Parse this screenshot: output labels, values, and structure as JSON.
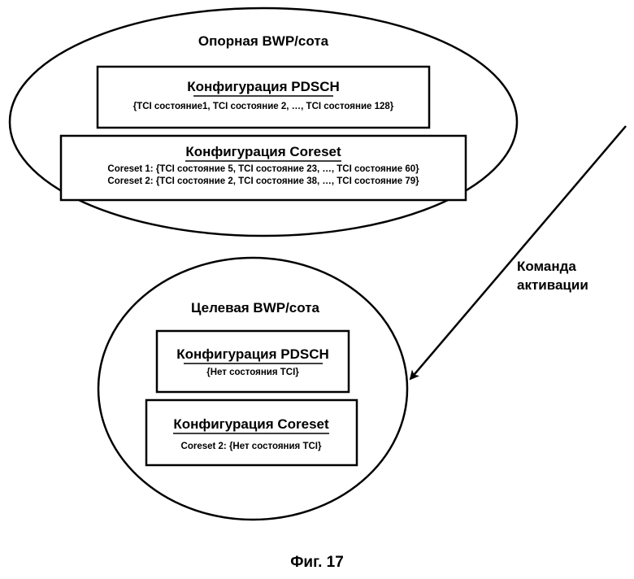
{
  "source": {
    "title": "Опорная BWP/сота",
    "pdsch": {
      "title": "Конфигурация PDSCH",
      "line": "{TCI состояние1, TCI состояние 2, …, TCI состояние 128}"
    },
    "coreset": {
      "title": "Конфигурация Coreset",
      "lines": [
        "Coreset 1: {TCI состояние 5, TCI состояние 23, …, TCI состояние 60}",
        "Coreset 2: {TCI состояние 2, TCI состояние 38, …, TCI состояние 79}"
      ]
    }
  },
  "target": {
    "title": "Целевая BWP/сота",
    "pdsch": {
      "title": "Конфигурация PDSCH",
      "line": "{Нет состояния TCI}"
    },
    "coreset": {
      "title": "Конфигурация Coreset",
      "line": "Coreset 2: {Нет состояния TCI}"
    }
  },
  "command": {
    "lines": [
      "Команда",
      "активации"
    ]
  },
  "figure_label": "Фиг. 17"
}
